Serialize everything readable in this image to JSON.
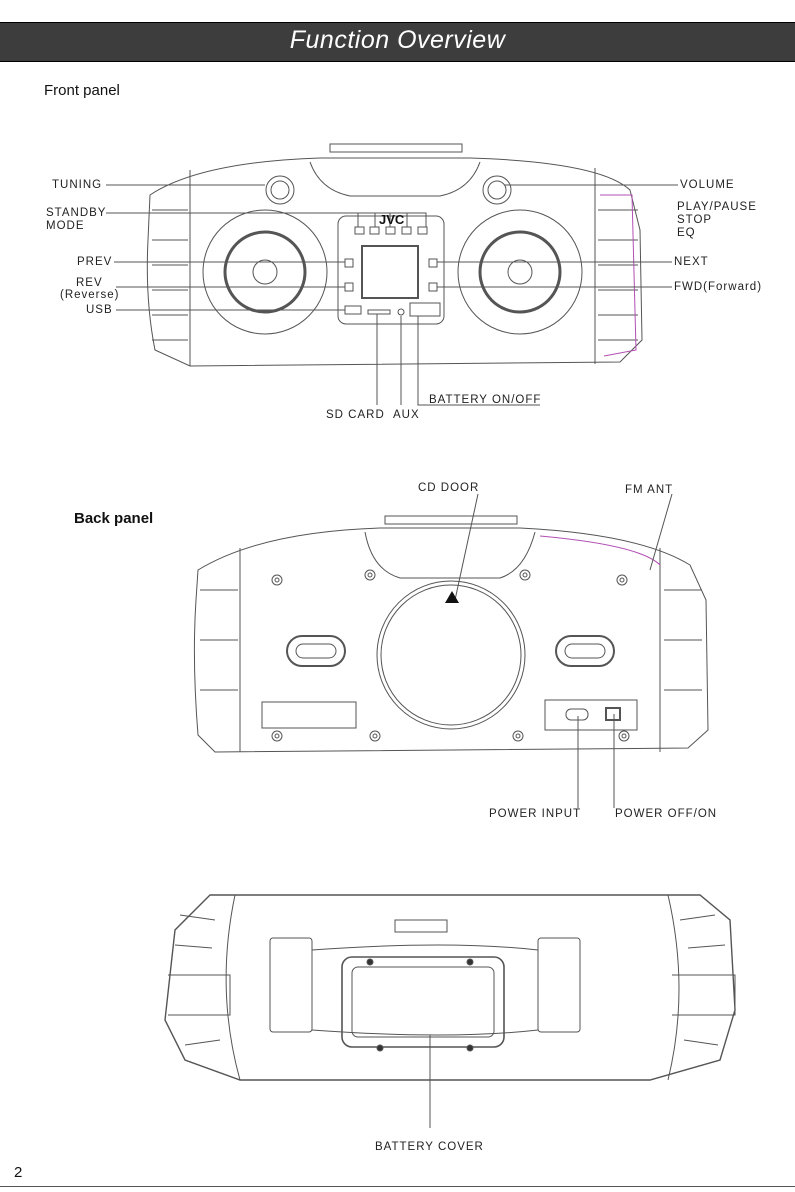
{
  "header": {
    "title": "Function Overview"
  },
  "front_panel": {
    "title": "Front panel",
    "brand": "JVC",
    "labels": {
      "tuning": "TUNING",
      "standby": "STANDBY",
      "mode": "MODE",
      "prev": "PREV",
      "rev": "REV",
      "rev_sub": "(Reverse)",
      "usb": "USB",
      "volume": "VOLUME",
      "play_pause": "PLAY/PAUSE",
      "stop": "STOP",
      "eq": "EQ",
      "next": "NEXT",
      "fwd": "FWD(Forward)",
      "battery": "BATTERY ON/OFF",
      "sd_card": "SD CARD",
      "aux": "AUX"
    }
  },
  "back_panel": {
    "title": "Back panel",
    "labels": {
      "cd_door": "CD DOOR",
      "fm_ant": "FM ANT",
      "power_input": "POWER INPUT",
      "power_switch": "POWER OFF/ON"
    }
  },
  "bottom_view": {
    "labels": {
      "battery_cover": "BATTERY COVER"
    }
  },
  "footer": {
    "page_number": "2"
  }
}
